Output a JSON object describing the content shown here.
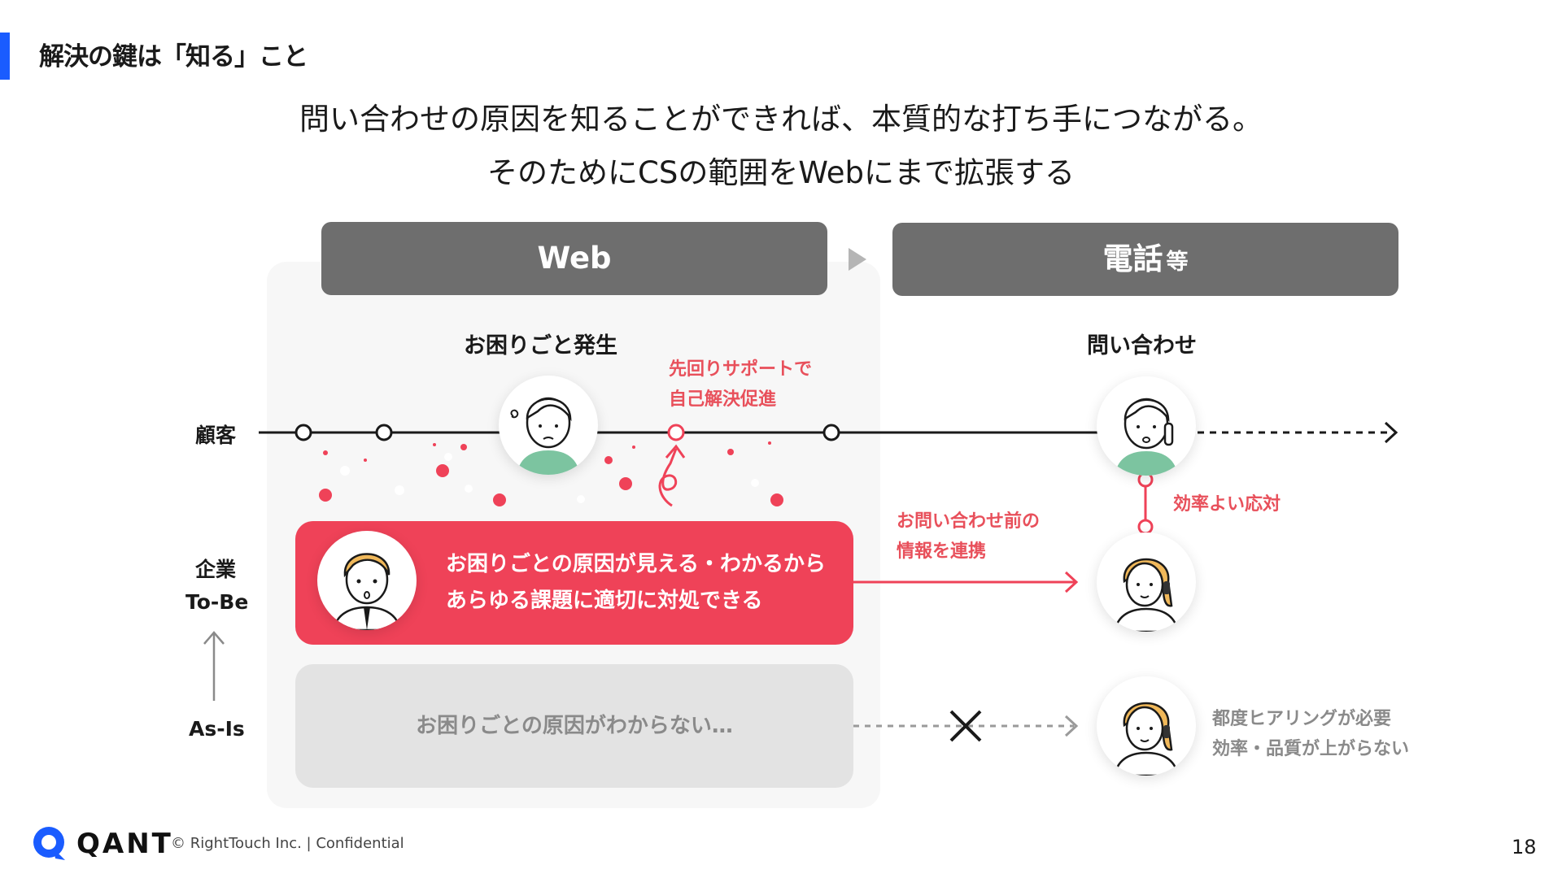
{
  "slide": {
    "title": "解決の鍵は「知る」こと",
    "headline_1": "問い合わせの原因を知ることができれば、本質的な打ち手につながる。",
    "headline_2": "そのためにCSの範囲をWebにまで拡張する",
    "page_number": "18"
  },
  "columns": {
    "web": "Web",
    "phone": "電話",
    "phone_suffix": "等"
  },
  "rows": {
    "customer": "顧客",
    "company": "企業",
    "to_be": "To-Be",
    "as_is": "As-Is"
  },
  "events": {
    "trouble": "お困りごと発生",
    "inquiry": "問い合わせ"
  },
  "annotations": {
    "proactive_line1": "先回りサポートで",
    "proactive_line2": "自己解決促進",
    "efficient": "効率よい応対",
    "info_line1": "お問い合わせ前の",
    "info_line2": "情報を連携",
    "asis_line1": "都度ヒアリングが必要",
    "asis_line2": "効率・品質が上がらない"
  },
  "tobe": {
    "line1": "お困りごとの原因が見える・わかるから",
    "line2": "あらゆる課題に適切に対処できる"
  },
  "asis": {
    "text": "お困りごとの原因がわからない…"
  },
  "footer": {
    "brand": "QANT",
    "copyright": "© RightTouch Inc.  |  Confidential"
  },
  "colors": {
    "accent_red": "#ef4258",
    "title_blue": "#1a5cff",
    "header_gray": "#6e6e6e"
  }
}
